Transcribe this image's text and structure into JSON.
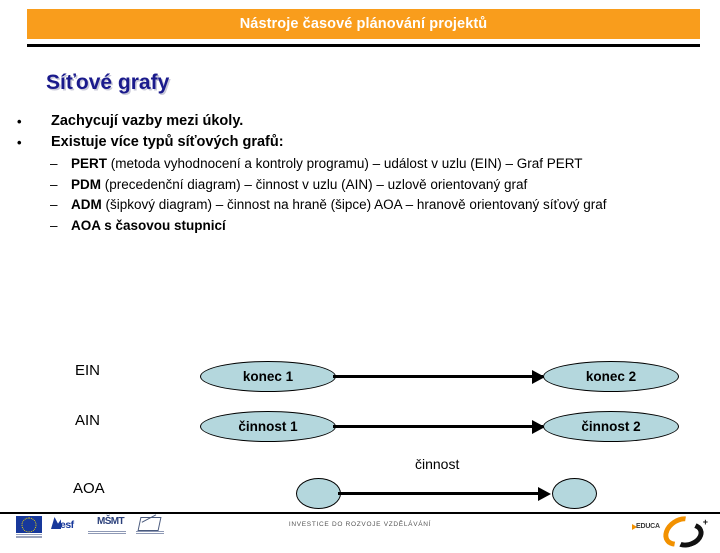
{
  "header": {
    "title": "Nástroje časové plánování projektů",
    "bar_color": "#f99d1c",
    "title_color": "#ffffff",
    "rule_color": "#000000"
  },
  "section": {
    "heading": "Síťové grafy",
    "heading_color": "#1a1a8c"
  },
  "bullets": {
    "marker_level1": "•",
    "marker_level2": "–",
    "level1": [
      {
        "text": "Zachycují vazby mezi úkoly."
      },
      {
        "text": "Existuje více typů síťových grafů:"
      }
    ],
    "level2": [
      {
        "bold": "PERT",
        "rest": " (metoda vyhodnocení a kontroly programu) – událost v uzlu (EIN) – Graf PERT"
      },
      {
        "bold": "PDM",
        "rest": " (precedenční diagram) – činnost v uzlu (AIN) – uzlově orientovaný graf"
      },
      {
        "bold": "ADM",
        "rest": " (šipkový diagram) – činnost na hraně (šipce) AOA – hranově orientovaný síťový graf"
      },
      {
        "bold": "AOA s časovou stupnicí",
        "rest": ""
      }
    ]
  },
  "diagram": {
    "node_fill": "#b4d7dd",
    "node_border": "#000000",
    "rows": [
      {
        "label": "EIN",
        "shape": "ellipse",
        "node_left": "konec 1",
        "node_right": "konec 2",
        "edge_label": ""
      },
      {
        "label": "AIN",
        "shape": "ellipse",
        "node_left": "činnost 1",
        "node_right": "činnost 2",
        "edge_label": ""
      },
      {
        "label": "AOA",
        "shape": "circle",
        "node_left": "",
        "node_right": "",
        "edge_label": "činnost"
      }
    ]
  },
  "footer": {
    "center_text": "INVESTICE DO ROZVOJE VZDĚLÁVÁNÍ",
    "logo_eu_label": "EU",
    "logo_esf_label": "esf",
    "logo_msmt_label": "MŠMT",
    "logo_op_label": "OP",
    "right_logo_word": "EDUCA"
  }
}
